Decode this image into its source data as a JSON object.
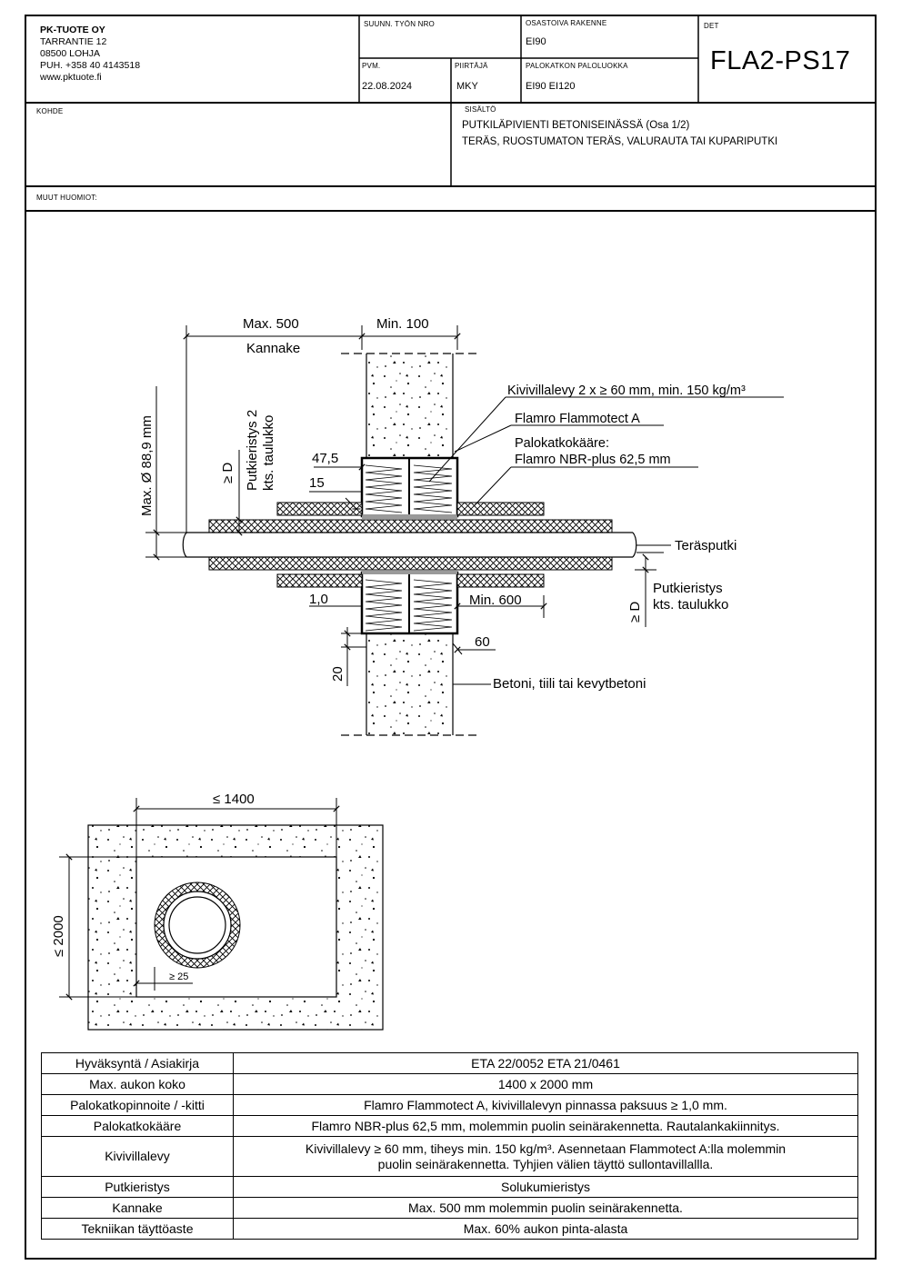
{
  "company": {
    "name": "PK-TUOTE OY",
    "street": "TARRANTIE 12",
    "postal": "08500 LOHJA",
    "phone": "PUH. +358 40 4143518",
    "web": "www.pktuote.fi"
  },
  "title_block": {
    "work_no_label": "SUUNN. TYÖN NRO",
    "work_no": "",
    "date_label": "PVM.",
    "date": "22.08.2024",
    "drawn_label": "PIIRTÄJÄ",
    "drawn": "MKY",
    "structure_label": "OSASTOIVA RAKENNE",
    "structure": "EI90",
    "class_label": "PALOKATKON PALOLUOKKA",
    "class": "EI90 EI120",
    "det_label": "DET",
    "det": "FLA2-PS17",
    "target_label": "KOHDE",
    "target": "",
    "content_label": "SISÄLTÖ",
    "content_line1": "PUTKILÄPIVIENTI BETONISEINÄSSÄ (Osa 1/2)",
    "content_line2": "TERÄS, RUOSTUMATON TERÄS, VALURAUTA TAI KUPARIPUTKI",
    "notes_label": "MUUT HUOMIOT:"
  },
  "section_drawing": {
    "max500": "Max. 500",
    "kannake": "Kannake",
    "min100": "Min. 100",
    "kivivilla": "Kivivillalevy 2 x ≥ 60 mm, min. 150 kg/m³",
    "flamro_a": "Flamro Flammotect A",
    "wrap1": "Palokatkokääre:",
    "wrap2": "Flamro NBR-plus 62,5 mm",
    "d47": "47,5",
    "d15": "15",
    "ged1": "≥ D",
    "insul_left1": "Putkieristys 2",
    "insul_left2": "kts. taulukko",
    "maxdia": "Max. Ø 88,9 mm",
    "terasputki": "Teräsputki",
    "insul_right1": "Putkieristys",
    "insul_right2": "kts. taulukko",
    "ged2": "≥ D",
    "d10": "1,0",
    "min600": "Min. 600",
    "d60": "60",
    "d20": "20",
    "betoni": "Betoni, tiili tai kevytbetoni"
  },
  "plan_drawing": {
    "w": "≤ 1400",
    "h": "≤ 2000",
    "gap": "≥ 25"
  },
  "spec_rows": [
    {
      "key": "Hyväksyntä / Asiakirja",
      "value": "ETA 22/0052 ETA 21/0461"
    },
    {
      "key": "Max. aukon koko",
      "value": "1400 x 2000 mm"
    },
    {
      "key": "Palokatkopinnoite / -kitti",
      "value": "Flamro Flammotect A, kivivillalevyn pinnassa paksuus ≥ 1,0 mm."
    },
    {
      "key": "Palokatkokääre",
      "value": "Flamro NBR-plus 62,5 mm, molemmin puolin seinärakennetta. Rautalankakiinnitys."
    },
    {
      "key": "Kivivillalevy",
      "value": "Kivivillalevy ≥ 60 mm, tiheys min. 150 kg/m³.  Asennetaan Flammotect A:lla molemmin",
      "value2": "puolin seinärakennetta. Tyhjien välien täyttö sullontavillallla."
    },
    {
      "key": "Putkieristys",
      "value": "Solukumieristys"
    },
    {
      "key": "Kannake",
      "value": "Max. 500 mm molemmin puolin seinärakennetta."
    },
    {
      "key": "Tekniikan täyttöaste",
      "value": "Max. 60% aukon pinta-alasta"
    }
  ]
}
